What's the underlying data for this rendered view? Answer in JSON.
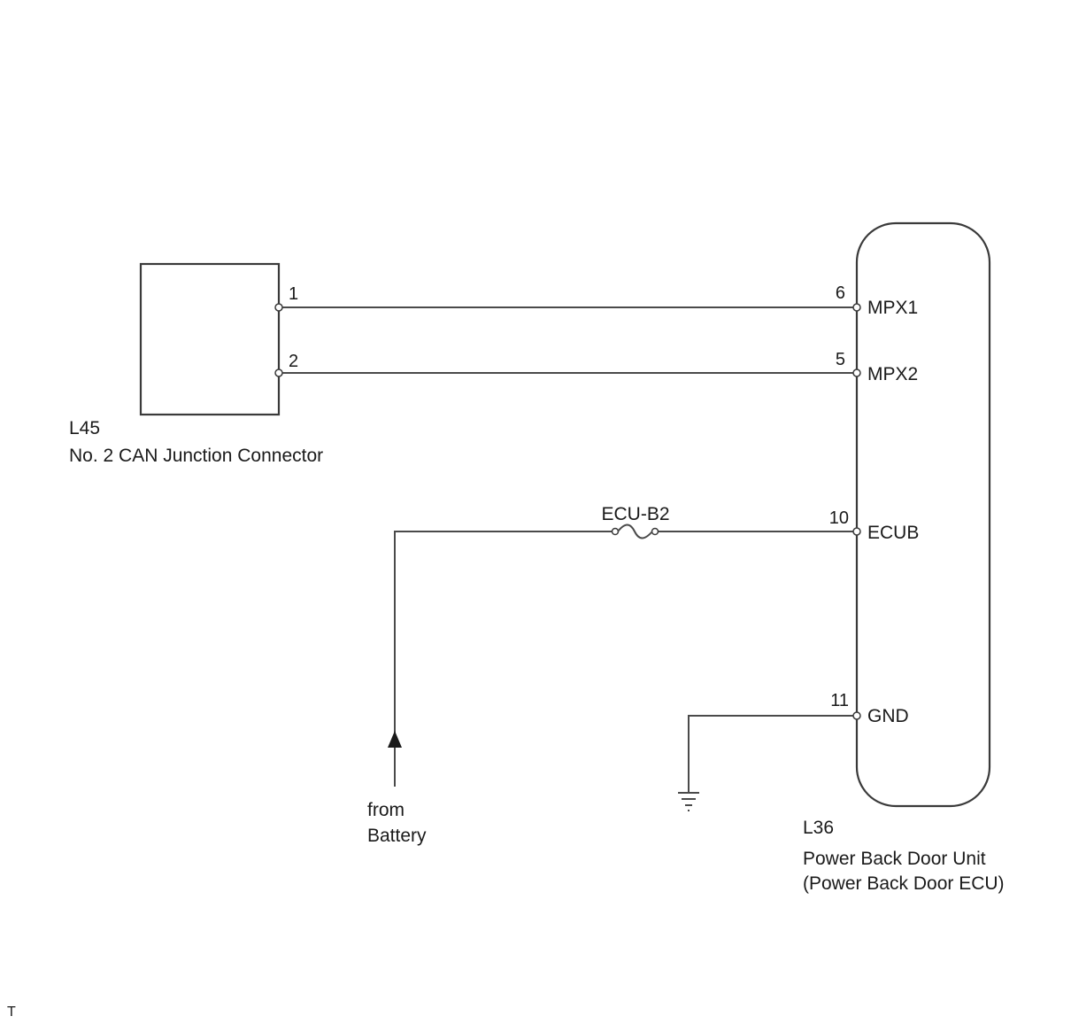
{
  "diagram": {
    "connector": {
      "code": "L45",
      "name": "No. 2 CAN Junction Connector",
      "pins": [
        "1",
        "2"
      ]
    },
    "ecu": {
      "code": "L36",
      "name_line1": "Power Back Door Unit",
      "name_line2": "(Power Back Door ECU)",
      "pins": [
        {
          "number": "6",
          "signal": "MPX1"
        },
        {
          "number": "5",
          "signal": "MPX2"
        },
        {
          "number": "10",
          "signal": "ECUB"
        },
        {
          "number": "11",
          "signal": "GND"
        }
      ]
    },
    "fuse": {
      "label": "ECU-B2"
    },
    "source": {
      "line1": "from",
      "line2": "Battery"
    },
    "corner_mark": "T"
  }
}
